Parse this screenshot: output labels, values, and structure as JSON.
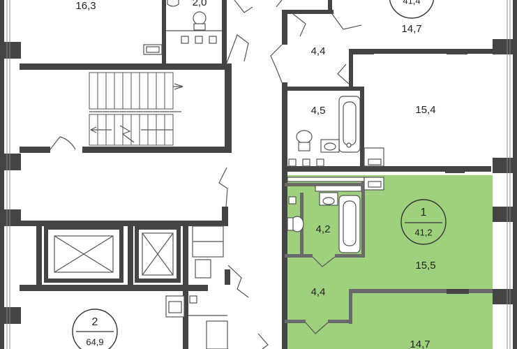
{
  "highlight_color": "#9fd07e",
  "wall_color": "#444444",
  "rooms": {
    "r163": "16,3",
    "r20": "2,0",
    "r414_top": "41,4",
    "r147_top": "14,7",
    "r44_top": "4,4",
    "r45": "4,5",
    "r154": "15,4",
    "r42": "4,2",
    "r155": "15,5",
    "r44_bottom": "4,4",
    "r147_bottom": "14,7"
  },
  "apartments": [
    {
      "number": "1",
      "area": "41,2",
      "highlighted": true
    },
    {
      "number": "2",
      "area": "64,9",
      "highlighted": false
    }
  ]
}
